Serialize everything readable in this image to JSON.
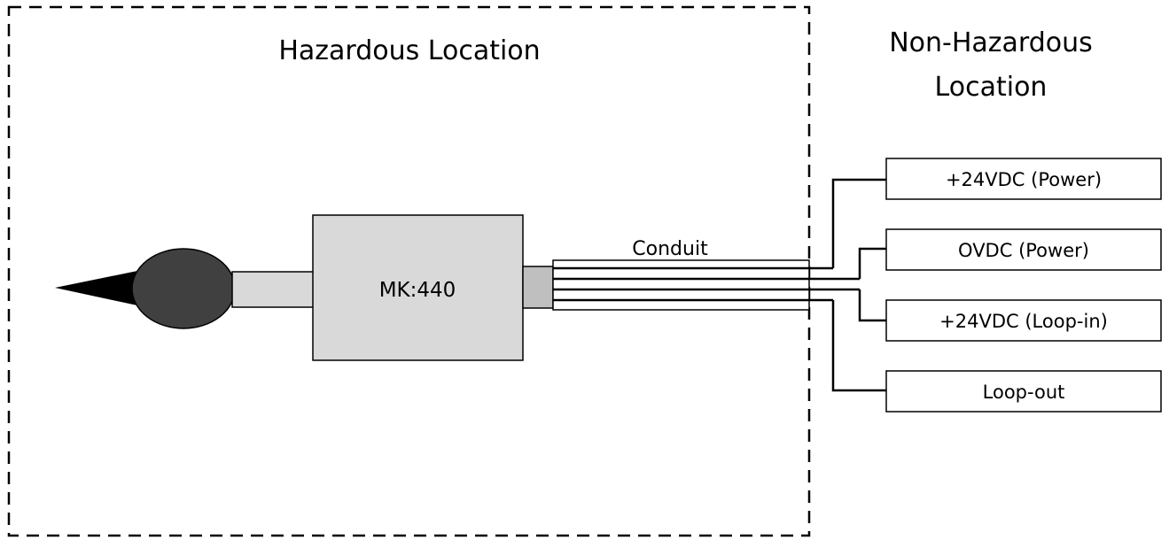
{
  "zones": {
    "hazardous_title": "Hazardous Location",
    "nonhazardous_title_line1": "Non-Hazardous",
    "nonhazardous_title_line2": "Location"
  },
  "device": {
    "label": "MK:440"
  },
  "conduit": {
    "label": "Conduit"
  },
  "terminals": [
    {
      "label": "+24VDC (Power)"
    },
    {
      "label": "OVDC (Power)"
    },
    {
      "label": "+24VDC (Loop-in)"
    },
    {
      "label": "Loop-out"
    }
  ],
  "colors": {
    "device_fill": "#d9d9d9",
    "probe_body": "#404040",
    "probe_tip": "#000000",
    "line": "#000000"
  }
}
